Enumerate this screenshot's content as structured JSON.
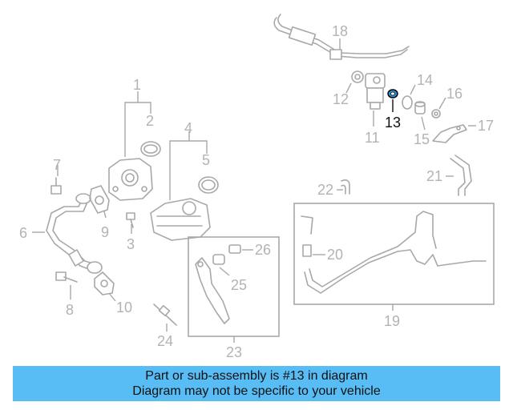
{
  "diagram": {
    "callouts": {
      "c1": "1",
      "c2": "2",
      "c3": "3",
      "c4": "4",
      "c5": "5",
      "c6": "6",
      "c7": "7",
      "c8": "8",
      "c9": "9",
      "c10": "10",
      "c11": "11",
      "c12": "12",
      "c13": "13",
      "c14": "14",
      "c15": "15",
      "c16": "16",
      "c17": "17",
      "c18": "18",
      "c19": "19",
      "c20": "20",
      "c21": "21",
      "c22": "22",
      "c23": "23",
      "c24": "24",
      "c25": "25",
      "c26": "26"
    },
    "highlighted_part": "13",
    "colors": {
      "highlight_part": "#2b8fd6",
      "line_art": "#a8a8a8",
      "banner_bg": "#58bcf5"
    }
  },
  "banner": {
    "line1": "Part or sub-assembly is #13 in diagram",
    "line2": "Diagram may not be specific to your vehicle"
  }
}
